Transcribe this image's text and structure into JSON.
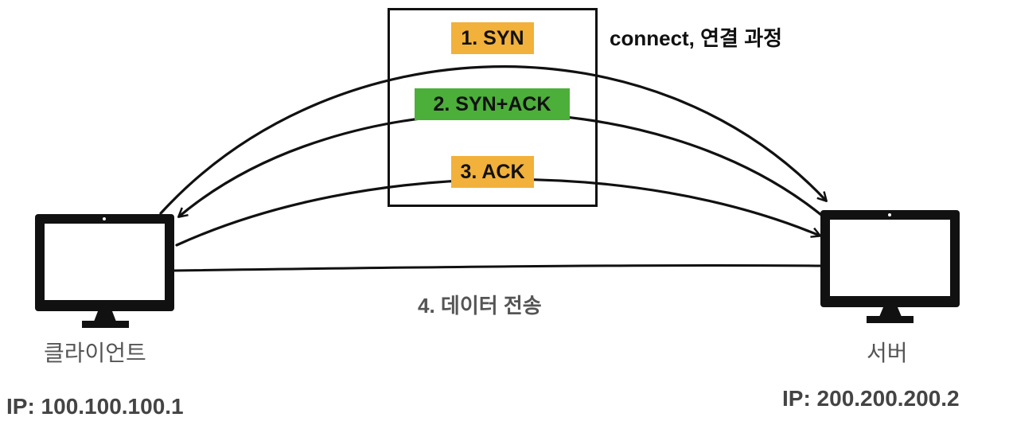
{
  "steps": [
    {
      "label": "1. SYN",
      "color": "#F2B13A"
    },
    {
      "label": "2. SYN+ACK",
      "color": "#4CAF3A"
    },
    {
      "label": "3. ACK",
      "color": "#F2B13A"
    }
  ],
  "connect_title": "connect, 연결 과정",
  "data_transfer_label": "4. 데이터 전송",
  "client": {
    "name": "클라이언트",
    "ip": "IP: 100.100.100.1"
  },
  "server": {
    "name": "서버",
    "ip": "IP: 200.200.200.2"
  },
  "icons": {
    "client": "monitor-icon",
    "server": "monitor-icon"
  }
}
